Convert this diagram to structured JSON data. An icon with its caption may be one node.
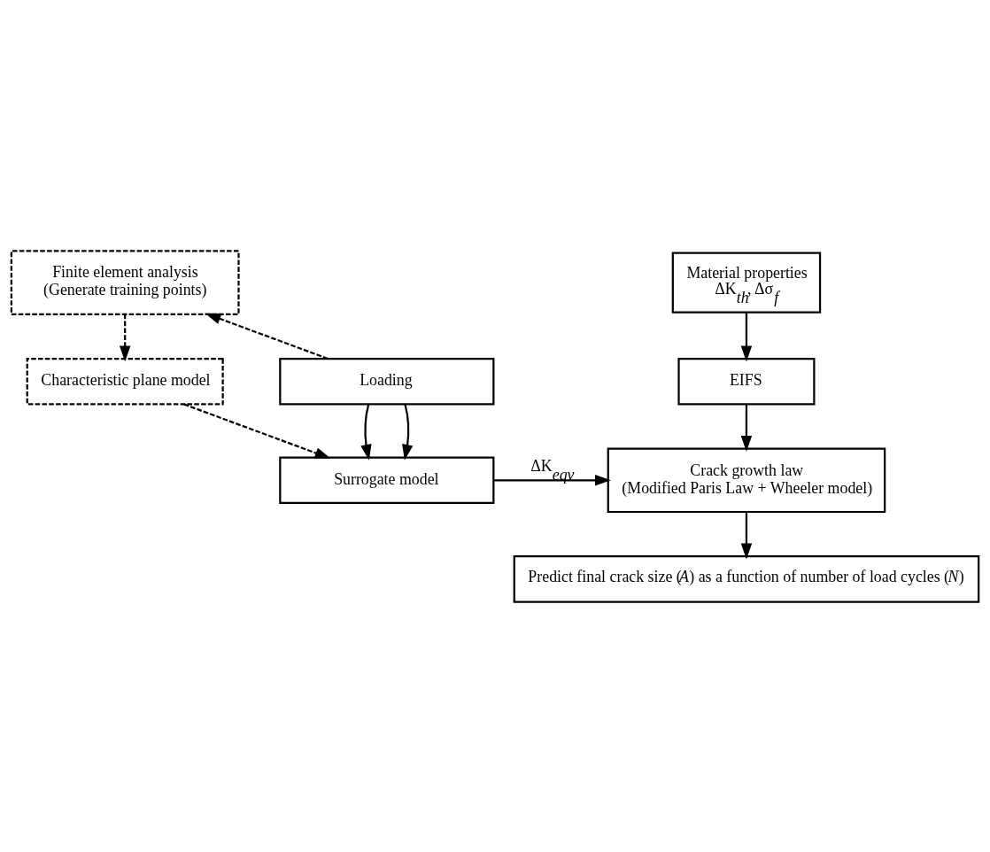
{
  "diagram": {
    "nodes": [
      {
        "text": [
          "Finite element analysis",
          "(Generate training points)"
        ]
      },
      {
        "text": [
          "Characteristic plane model"
        ]
      },
      {
        "text": [
          "Surrogate model"
        ]
      },
      {
        "text": [
          "Loading"
        ]
      },
      {
        "text": [
          "Material properties",
          "ΔK$_{th}$, Δσ$_{f}$"
        ]
      },
      {
        "text": [
          "EIFS"
        ]
      },
      {
        "text": [
          "Crack growth law",
          "(Modified Paris Law + Wheeler model)"
        ]
      },
      {
        "text": [
          "Predict final crack size (*A*) as a function of number of load cycles (*N*)"
        ]
      }
    ],
    "edges": [
      {
        "from": 3,
        "to": 0,
        "arrow": "to",
        "style": "dashed"
      },
      {
        "from": 0,
        "to": 1,
        "arrow": "to",
        "style": "dashed"
      },
      {
        "from": 1,
        "to": 2,
        "arrow": "to",
        "style": "dashed"
      },
      {
        "from": 3,
        "to": 2,
        "arrow": "to"
      },
      {
        "from": 3,
        "to": 2,
        "arrow": "to"
      },
      {
        "from": 2,
        "to": 6,
        "arrow": "to",
        "label": "ΔK$_{eqv}$"
      },
      {
        "from": 4,
        "to": 5,
        "arrow": "to"
      },
      {
        "from": 5,
        "to": 6,
        "arrow": "to"
      },
      {
        "from": 6,
        "to": 7,
        "arrow": "to"
      }
    ]
  }
}
